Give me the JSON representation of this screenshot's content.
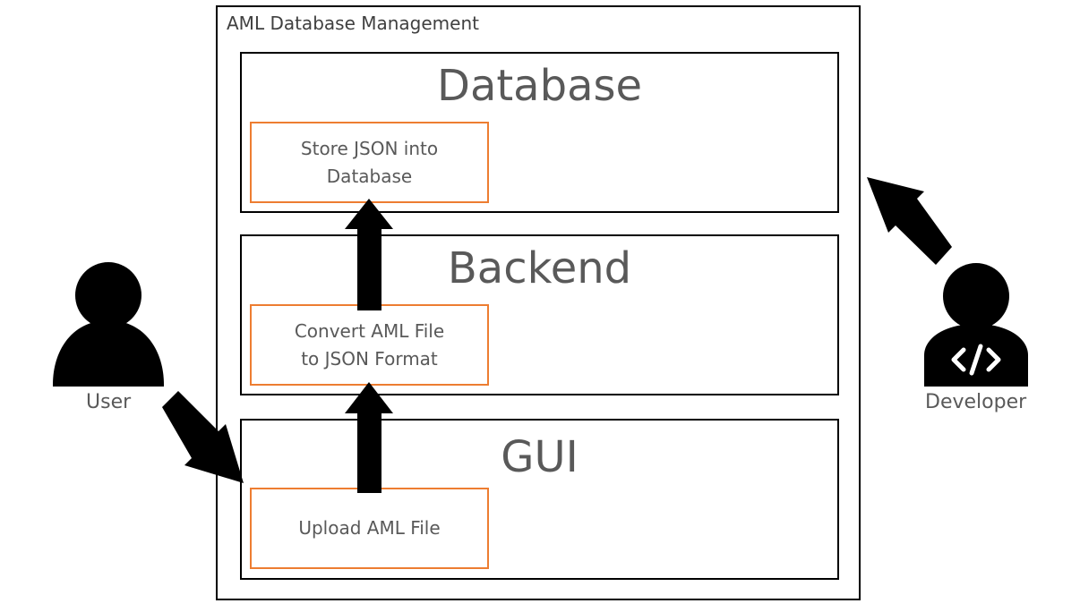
{
  "system": {
    "title": "AML Database Management"
  },
  "layers": {
    "database": {
      "title": "Database",
      "step": "Store JSON into Database"
    },
    "backend": {
      "title": "Backend",
      "step": "Convert AML File to JSON Format"
    },
    "gui": {
      "title": "GUI",
      "step": "Upload AML File"
    }
  },
  "actors": {
    "user": {
      "label": "User",
      "icon": "person-icon"
    },
    "developer": {
      "label": "Developer",
      "icon": "developer-icon",
      "badge": "</>"
    }
  },
  "colors": {
    "step_border": "#ed7d31",
    "frame": "#000000",
    "text": "#595959"
  }
}
